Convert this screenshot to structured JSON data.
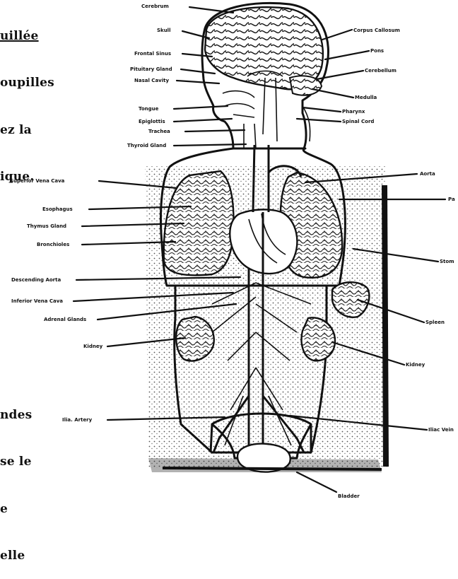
{
  "side_text": {
    "top_lines": [
      "uillée",
      "oupilles",
      "ez la",
      "ique."
    ],
    "bottom_lines": [
      "ndes",
      "se le",
      "e",
      "elle"
    ]
  },
  "labels": {
    "cerebrum": "Cerebrum",
    "skull": "Skull",
    "corpus_callosum": "Corpus Callosum",
    "frontal_sinus": "Frontal Sinus",
    "pons": "Pons",
    "pituitary_gland": "Pituitary Gland",
    "cerebellum": "Cerebellum",
    "nasal_cavity": "Nasal Cavity",
    "medulla": "Medulla",
    "tongue": "Tongue",
    "pharynx": "Pharynx",
    "epiglottis": "Epiglottis",
    "spinal_cord": "Spinal Cord",
    "trachea": "Trachea",
    "thyroid_gland": "Thyroid Gland",
    "superior_vena_cava": "Superior Vena Cava",
    "aorta": "Aorta",
    "pa": "Pa",
    "esophagus": "Esophagus",
    "thymus_gland": "Thymus Gland",
    "bronchiole": "Bronchioles",
    "stomach_partial": "Stom",
    "descending_aorta": "Descending Aorta",
    "inferior_vena_cava": "Inferior Vena Cava",
    "spleen": "Spleen",
    "adrenal_glands": "Adrenal Glands",
    "kidney_left": "Kidney",
    "kidney_right": "Kidney",
    "iliac_artery": "Ilia. Artery",
    "iliac_vein": "Iliac Vein",
    "bladder": "Bladder"
  }
}
